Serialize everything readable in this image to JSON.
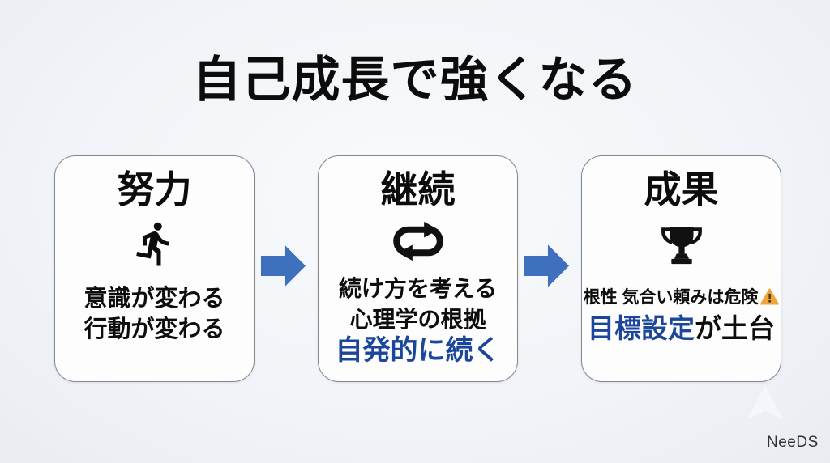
{
  "title": "自己成長で強くなる",
  "steps": [
    {
      "heading": "努力",
      "icon": "runner-icon",
      "lines": [
        "意識が変わる",
        "行動が変わる"
      ]
    },
    {
      "heading": "継続",
      "icon": "loop-arrows-icon",
      "lines": [
        "続け方を考える",
        "心理学の根拠"
      ],
      "highlight": "自発的に続く"
    },
    {
      "heading": "成果",
      "icon": "trophy-icon",
      "warning_text": "根性 気合い頼みは危険",
      "warning_icon": "warning-triangle-icon",
      "highlight": "目標設定",
      "highlight_suffix": "が土台"
    }
  ],
  "flow": {
    "arrow_icon": "block-arrow-right-icon"
  },
  "footer": {
    "brand": "NeeDS"
  },
  "colors": {
    "accent_blue": "#1B4699",
    "arrow_blue": "#3F70BD",
    "warning_orange": "#F2A43C",
    "box_border": "#83888F",
    "background": "#EFF2F6",
    "text": "#0D0D0D"
  }
}
